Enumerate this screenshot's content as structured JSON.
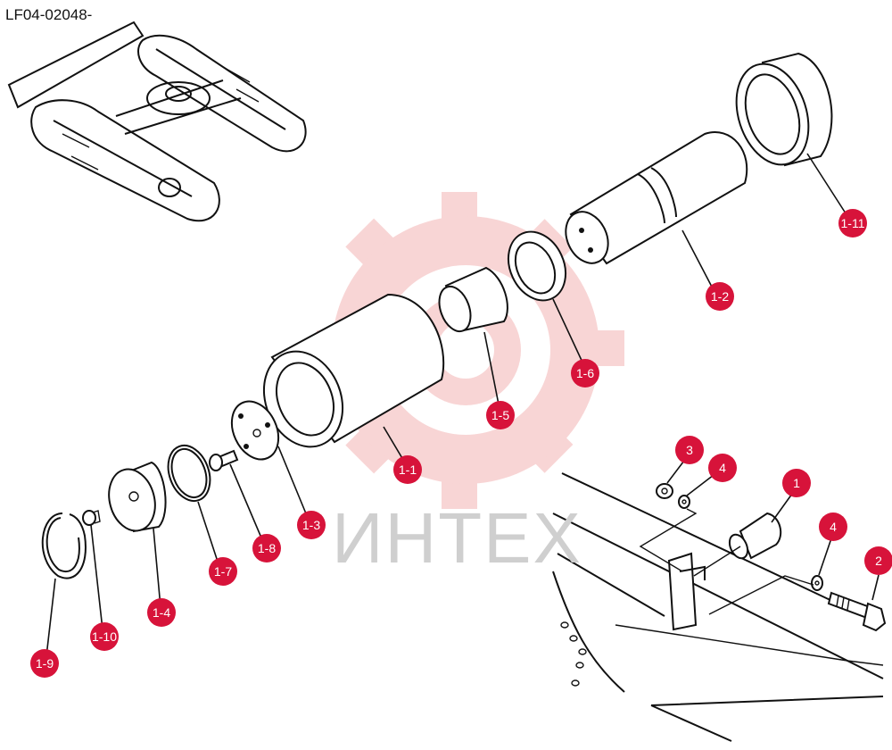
{
  "header": {
    "code": "LF04-02048-"
  },
  "watermark": {
    "text": "ИНТЕХ",
    "color": "#f7c9c9"
  },
  "colors": {
    "callout": "#d7133a",
    "callout_text": "#ffffff",
    "line": "#111111"
  },
  "callouts": [
    {
      "id": "1-1",
      "label": "1-1"
    },
    {
      "id": "1-2",
      "label": "1-2"
    },
    {
      "id": "1-3",
      "label": "1-3"
    },
    {
      "id": "1-4",
      "label": "1-4"
    },
    {
      "id": "1-5",
      "label": "1-5"
    },
    {
      "id": "1-6",
      "label": "1-6"
    },
    {
      "id": "1-7",
      "label": "1-7"
    },
    {
      "id": "1-8",
      "label": "1-8"
    },
    {
      "id": "1-9",
      "label": "1-9"
    },
    {
      "id": "1-10",
      "label": "1-10"
    },
    {
      "id": "1-11",
      "label": "1-11"
    },
    {
      "id": "1",
      "label": "1"
    },
    {
      "id": "2",
      "label": "2"
    },
    {
      "id": "3",
      "label": "3"
    },
    {
      "id": "4a",
      "label": "4"
    },
    {
      "id": "4b",
      "label": "4"
    }
  ]
}
